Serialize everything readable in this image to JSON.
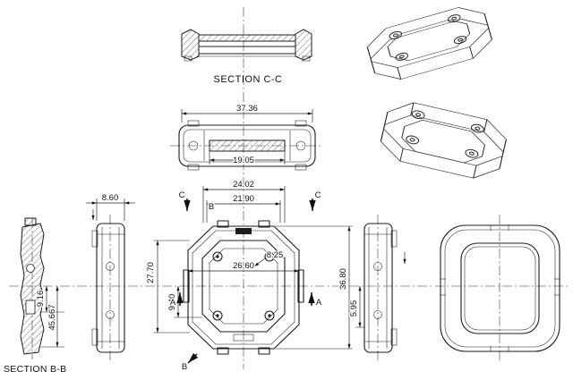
{
  "drawing": {
    "labels": {
      "section_cc": "SECTION C-C",
      "section_bb": "SECTION B-B"
    },
    "markers": {
      "a": "A",
      "b": "B",
      "c": "C"
    },
    "dims": {
      "top_overall_width": "37.36",
      "top_opening_width": "19.05",
      "front_top_width": "24.02",
      "front_upper_width": "21.90",
      "corner_radius": "8.25",
      "front_overall_width": "26.60",
      "front_left_height": "27.70",
      "front_inner_height": "9.40",
      "front_overall_height": "36.80",
      "right_lower_offset": "5.95",
      "side_width": "8.60",
      "section_upper_offset": "9.16",
      "section_lower_offset": "45.667"
    }
  }
}
